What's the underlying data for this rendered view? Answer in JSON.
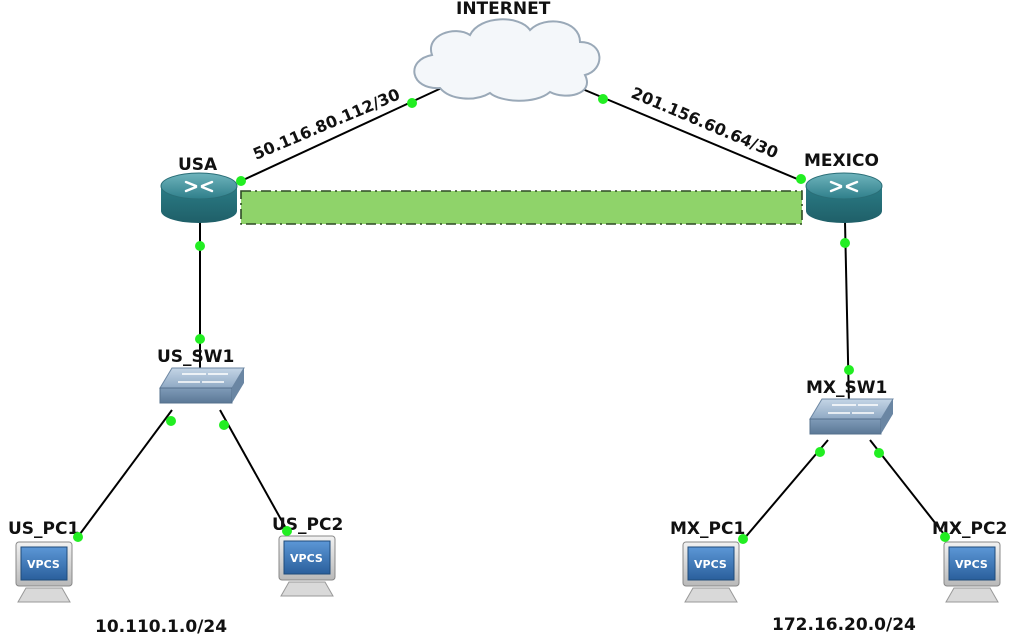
{
  "cloud": {
    "label": "INTERNET"
  },
  "routers": [
    {
      "id": "usa",
      "label": "USA"
    },
    {
      "id": "mexico",
      "label": "MEXICO"
    }
  ],
  "switches": [
    {
      "id": "us-sw1",
      "label": "US_SW1"
    },
    {
      "id": "mx-sw1",
      "label": "MX_SW1"
    }
  ],
  "pcs": [
    {
      "id": "us-pc1",
      "label": "US_PC1",
      "screen_text": "VPCS"
    },
    {
      "id": "us-pc2",
      "label": "US_PC2",
      "screen_text": "VPCS"
    },
    {
      "id": "mx-pc1",
      "label": "MX_PC1",
      "screen_text": "VPCS"
    },
    {
      "id": "mx-pc2",
      "label": "MX_PC2",
      "screen_text": "VPCS"
    }
  ],
  "links": {
    "usa_internet": "50.116.80.112/30",
    "mexico_internet": "201.156.60.64/30"
  },
  "subnets": {
    "us": "10.110.1.0/24",
    "mx": "172.16.20.0/24"
  },
  "colors": {
    "port": "#22ee22",
    "tunnel": "#8fd36a",
    "router": "#3a8a94"
  }
}
